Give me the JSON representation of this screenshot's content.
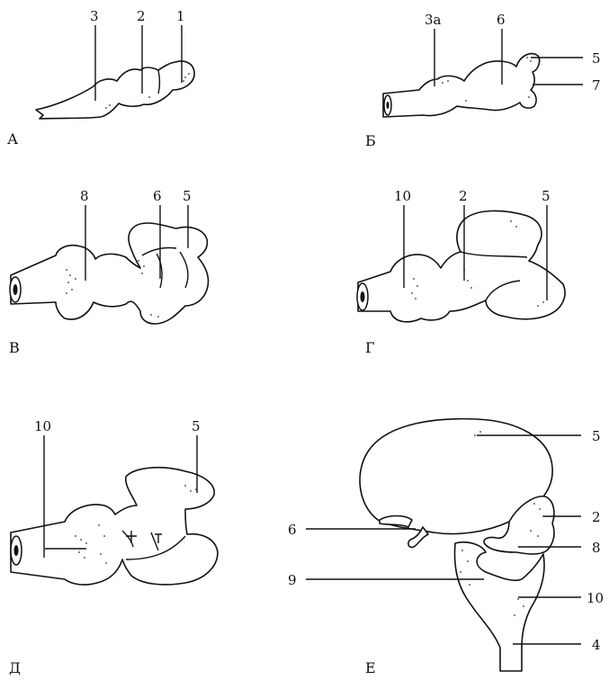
{
  "panels": {
    "A": {
      "letter": "А",
      "labels": {
        "l1": "1",
        "l2": "2",
        "l3": "3"
      }
    },
    "B": {
      "letter": "Б",
      "labels": {
        "l3a": "3а",
        "l6": "6",
        "l5": "5",
        "l7": "7"
      }
    },
    "V": {
      "letter": "В",
      "labels": {
        "l8": "8",
        "l6": "6",
        "l5": "5"
      }
    },
    "G": {
      "letter": "Г",
      "labels": {
        "l10": "10",
        "l2": "2",
        "l5": "5"
      }
    },
    "D": {
      "letter": "Д",
      "labels": {
        "l10": "10",
        "l5": "5"
      }
    },
    "E": {
      "letter": "Е",
      "labels": {
        "l5": "5",
        "l2": "2",
        "l6": "6",
        "l8": "8",
        "l9": "9",
        "l10": "10",
        "l4": "4"
      }
    }
  }
}
